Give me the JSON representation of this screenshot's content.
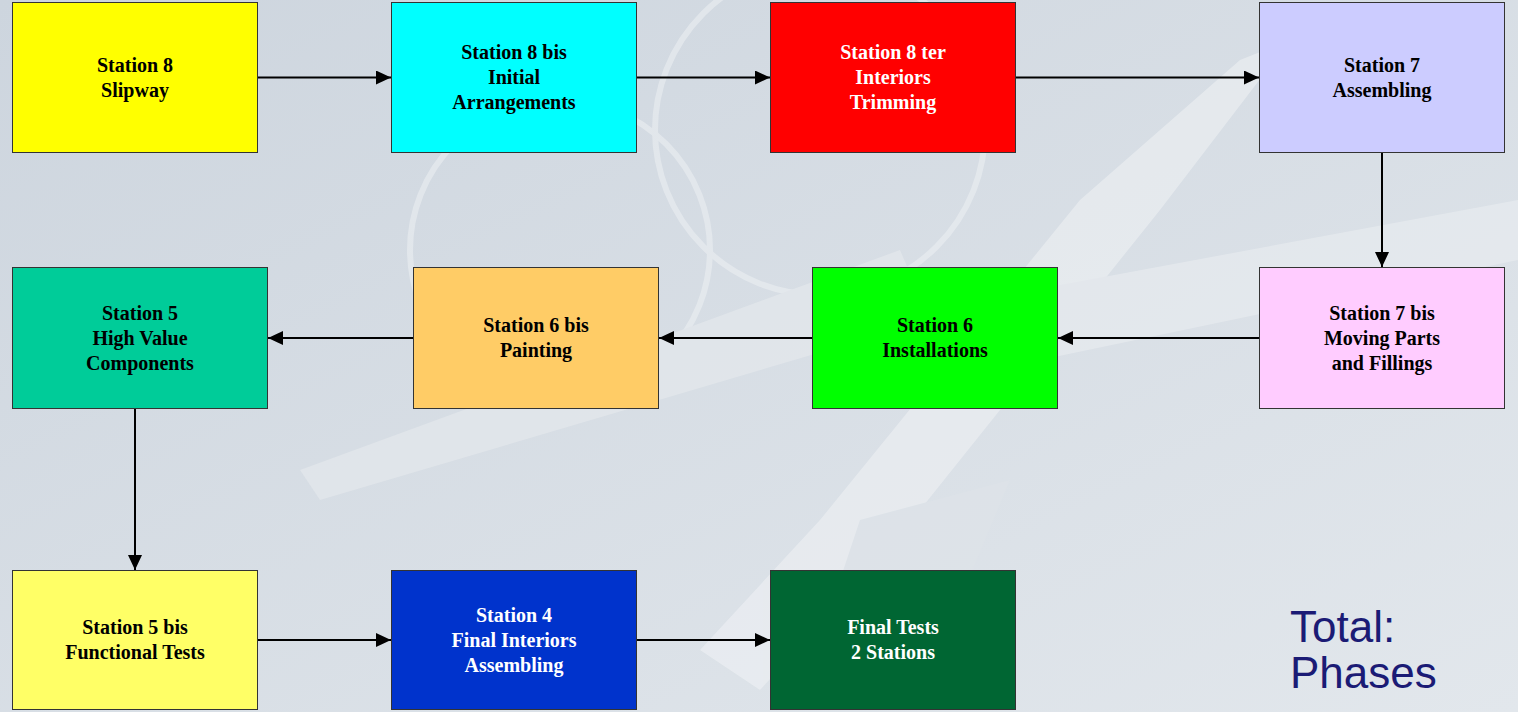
{
  "diagram": {
    "nodes": [
      {
        "text": [
          "Station 8",
          "Slipway"
        ]
      },
      {
        "text": [
          "Station 8 bis",
          "Initial Arrangements"
        ]
      },
      {
        "text": [
          "Station 8 ter",
          "Interiors Trimming"
        ]
      },
      {
        "text": [
          "Station 7",
          "Assembling"
        ]
      },
      {
        "text": [
          "Station 5",
          "High Value Components"
        ]
      },
      {
        "text": [
          "Station 6 bis",
          "Painting"
        ]
      },
      {
        "text": [
          "Station 6",
          "Installations"
        ]
      },
      {
        "text": [
          "Station 7 bis",
          "Moving Parts and Fillings"
        ]
      },
      {
        "text": [
          "Station 5 bis",
          "Functional Tests"
        ]
      },
      {
        "text": [
          "Station 4",
          "Final Interiors Assembling"
        ]
      },
      {
        "text": [
          "Final Tests",
          "2 Stations"
        ]
      }
    ],
    "edges": [
      {
        "from": 0,
        "to": 1,
        "arrow": "to"
      },
      {
        "from": 1,
        "to": 2,
        "arrow": "to"
      },
      {
        "from": 2,
        "to": 3,
        "arrow": "to"
      },
      {
        "from": 3,
        "to": 7,
        "arrow": "to"
      },
      {
        "from": 7,
        "to": 6,
        "arrow": "to"
      },
      {
        "from": 6,
        "to": 5,
        "arrow": "to"
      },
      {
        "from": 5,
        "to": 4,
        "arrow": "to"
      },
      {
        "from": 4,
        "to": 8,
        "arrow": "to"
      },
      {
        "from": 8,
        "to": 9,
        "arrow": "to"
      },
      {
        "from": 9,
        "to": 10,
        "arrow": "to"
      }
    ],
    "labels": [
      "Total: Phases"
    ]
  }
}
